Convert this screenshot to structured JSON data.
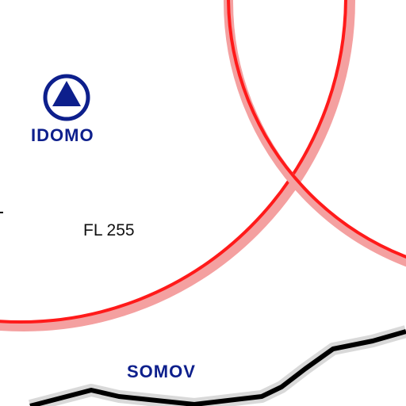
{
  "colors": {
    "airspace_red": "#ff1a1a",
    "airspace_halo": "#f4a0a0",
    "waypoint_blue": "#0d1f8c",
    "route_black": "#000000",
    "route_halo": "#d9d9d9"
  },
  "waypoints": [
    {
      "id": "idomo",
      "name": "IDOMO",
      "icon": "triangle-in-circle-waypoint-icon"
    },
    {
      "id": "somov",
      "name": "SOMOV",
      "icon": "none"
    }
  ],
  "airspace": {
    "flight_level_label": "FL 255"
  }
}
